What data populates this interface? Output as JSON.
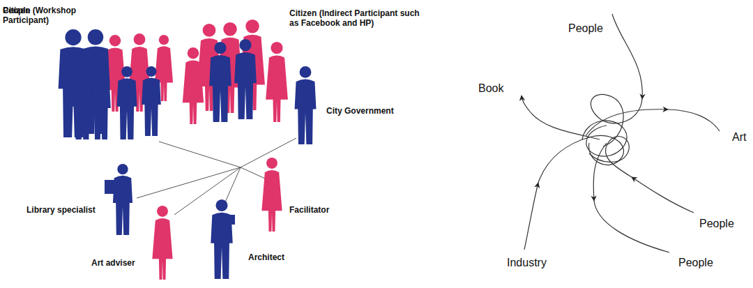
{
  "diagram": {
    "labels": [
      "Citizen (Workshop Participant)",
      "Citizen (Indirect Participant such as Facebook and HP)",
      "City Government",
      "Library specialist",
      "Facilitator",
      "Art adviser",
      "Architect",
      "People",
      "Book",
      "Art",
      "People",
      "People",
      "Industry",
      "People"
    ]
  }
}
